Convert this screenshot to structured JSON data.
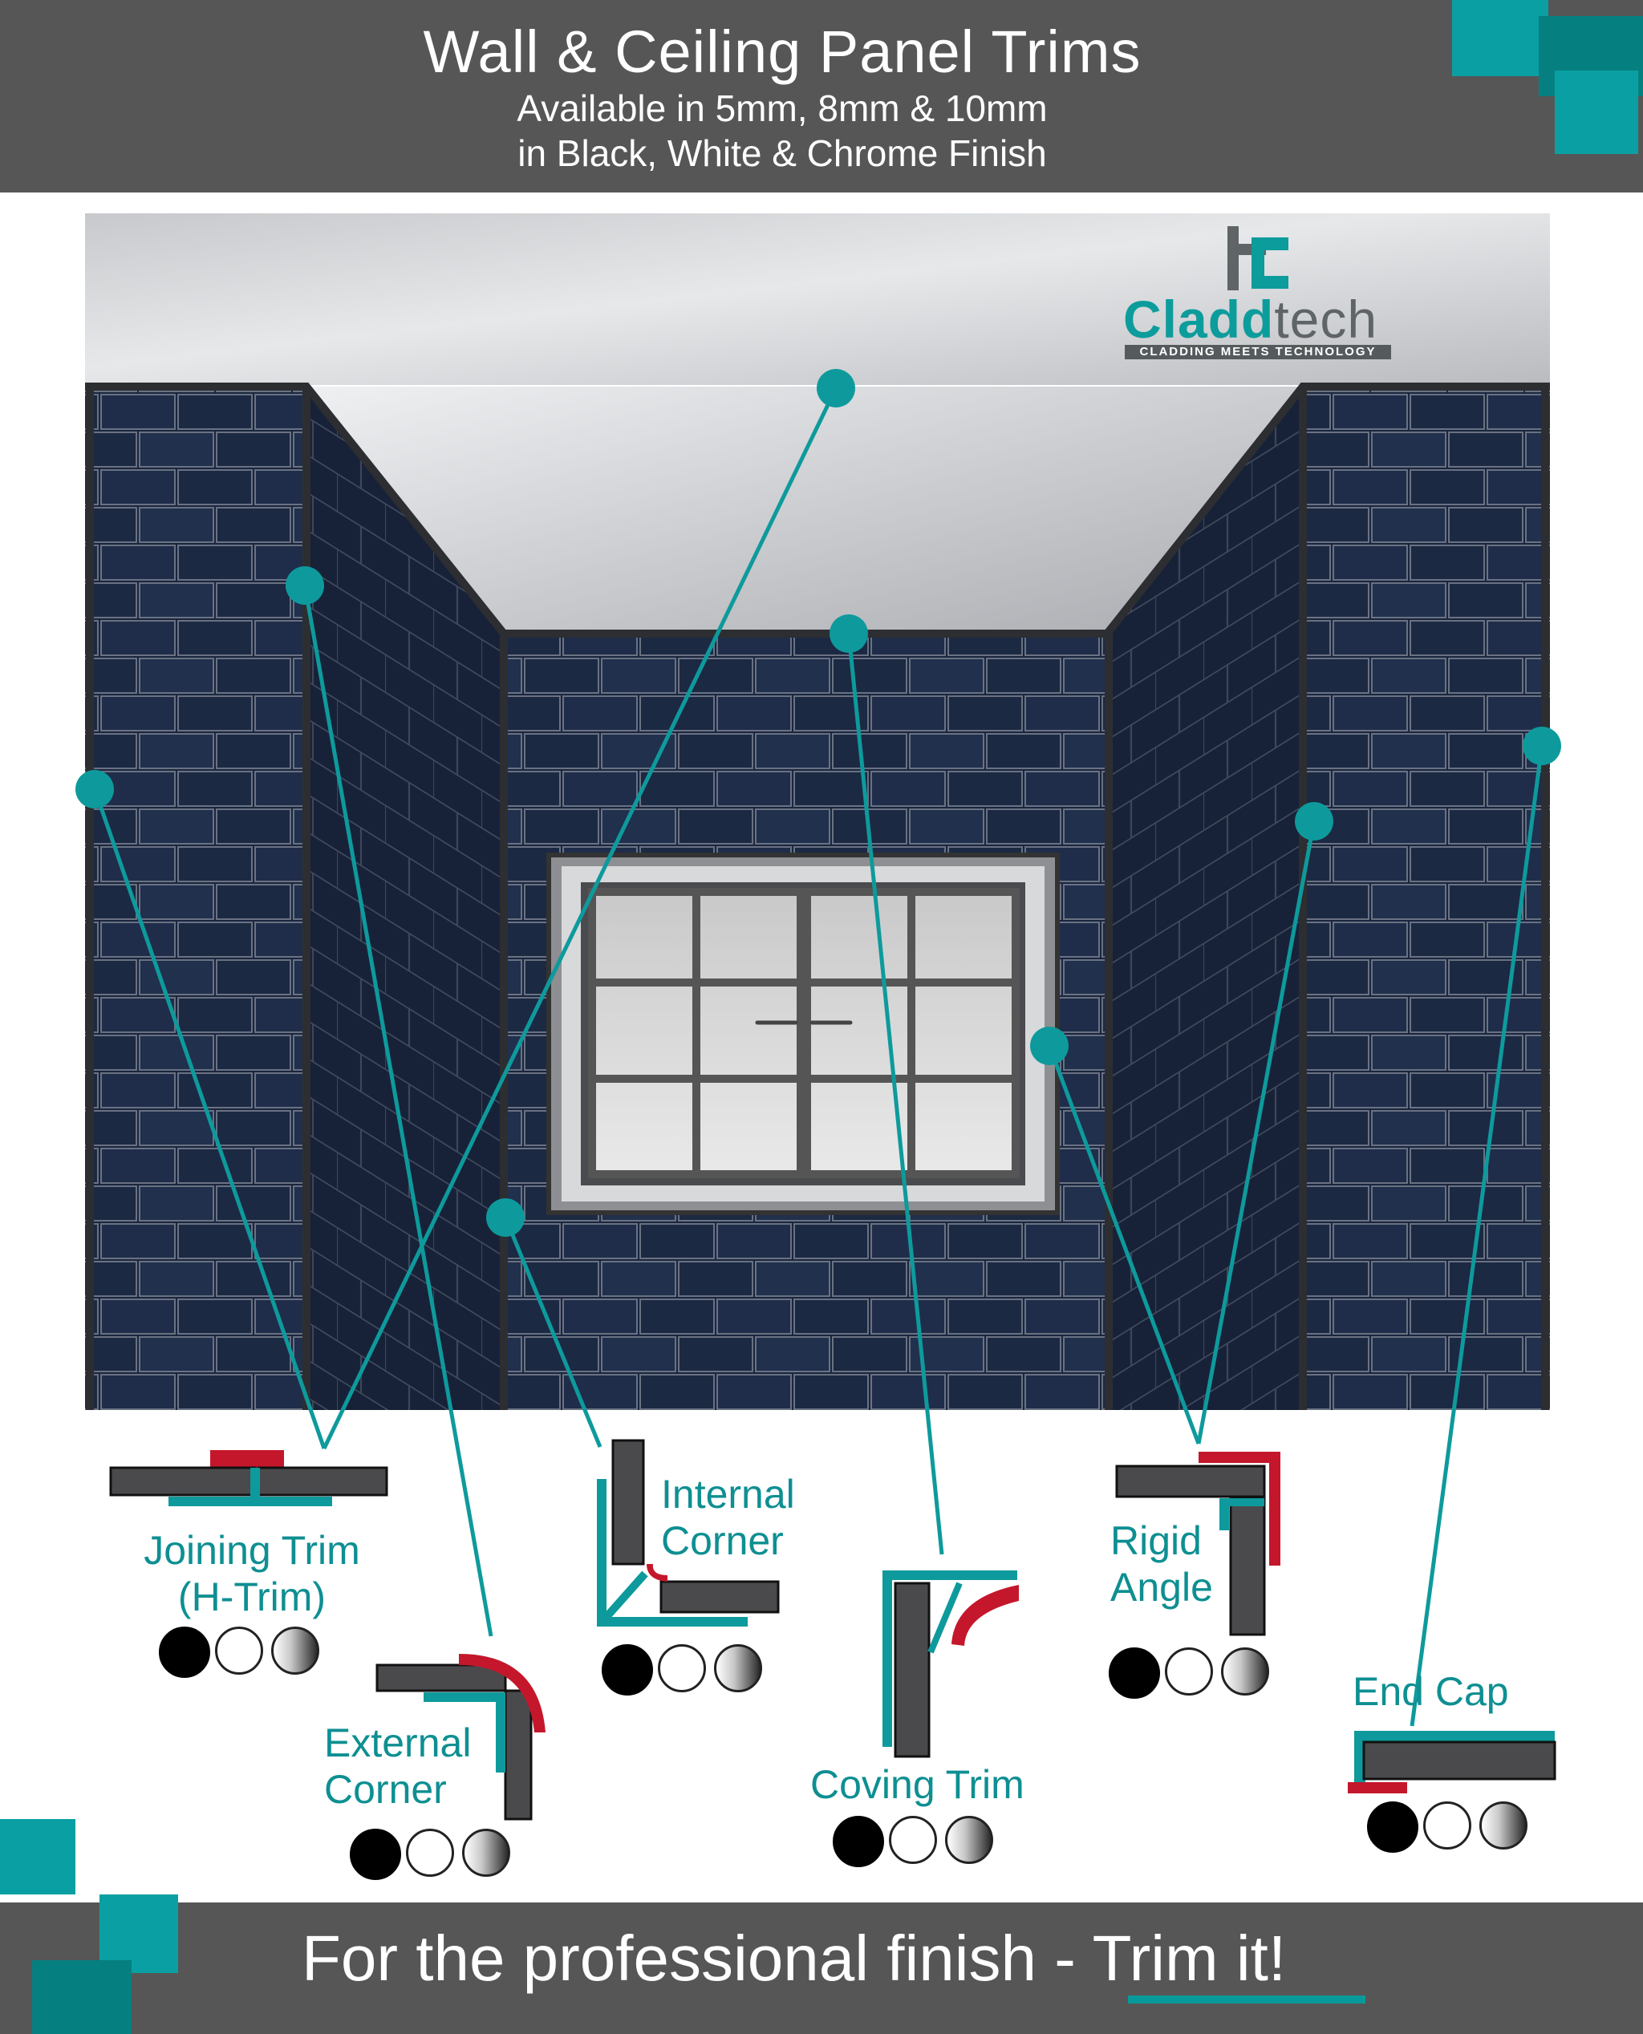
{
  "header": {
    "title": "Wall & Ceiling Panel Trims",
    "subtitle_1": "Available in 5mm, 8mm & 10mm",
    "subtitle_2": "in Black, White & Chrome Finish"
  },
  "logo": {
    "name_part_1": "Cladd",
    "name_part_2": "tech",
    "tagline": "CLADDING MEETS TECHNOLOGY"
  },
  "trims": [
    {
      "id": "joining",
      "label_1": "Joining Trim",
      "label_2": "(H-Trim)",
      "finishes": [
        "black",
        "white",
        "chrome"
      ]
    },
    {
      "id": "external",
      "label_1": "External",
      "label_2": "Corner",
      "finishes": [
        "black",
        "white",
        "chrome"
      ]
    },
    {
      "id": "internal",
      "label_1": "Internal",
      "label_2": "Corner",
      "finishes": [
        "black",
        "white",
        "chrome"
      ]
    },
    {
      "id": "coving",
      "label_1": "Coving Trim",
      "finishes": [
        "black",
        "white",
        "chrome"
      ]
    },
    {
      "id": "rigid",
      "label_1": "Rigid",
      "label_2": "Angle",
      "finishes": [
        "black",
        "white",
        "chrome"
      ]
    },
    {
      "id": "endcap",
      "label_1": "End Cap",
      "finishes": [
        "black",
        "white",
        "chrome"
      ]
    }
  ],
  "footer": {
    "text": "For the professional finish - ",
    "emphasis": "Trim it!"
  },
  "colors": {
    "teal": "#0e9a9c",
    "red": "#c4172c",
    "header_bg": "#575656",
    "tile": "#1b2740"
  }
}
